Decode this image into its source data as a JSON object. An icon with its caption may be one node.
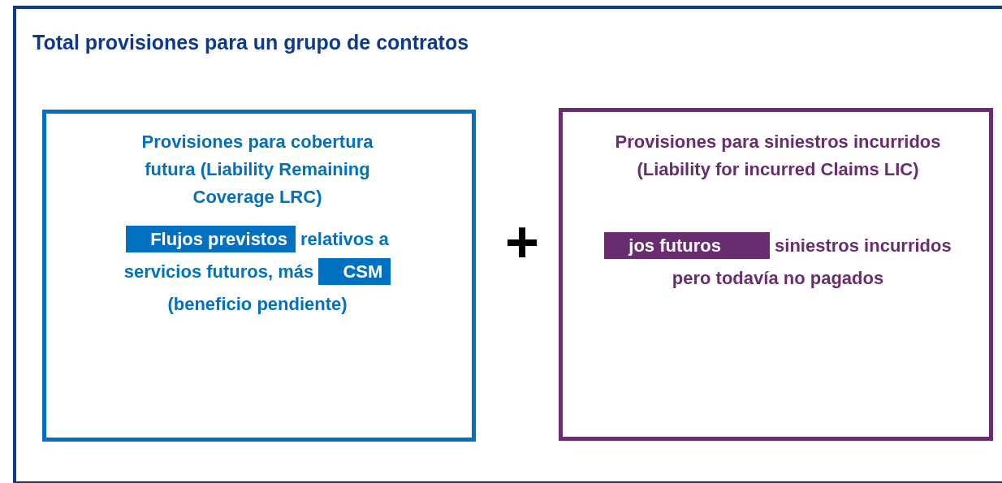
{
  "diagram": {
    "nodes": [
      {
        "text": [
          "Total provisiones para un grupo de contratos"
        ]
      },
      {
        "text": [
          "Provisiones para cobertura futura (Liability Remaining Coverage LRC)",
          "Flujos previstos",
          "relativos a servicios futuros, más",
          "CSM",
          "(beneficio pendiente)"
        ],
        "in": 0
      },
      {
        "text": [
          "Provisiones para siniestros incurridos (Liability for incurred Claims LIC)",
          "jos futuros",
          "siniestros incurridos pero todavía no pagados"
        ],
        "in": 0
      }
    ],
    "labels": [
      "+"
    ]
  }
}
